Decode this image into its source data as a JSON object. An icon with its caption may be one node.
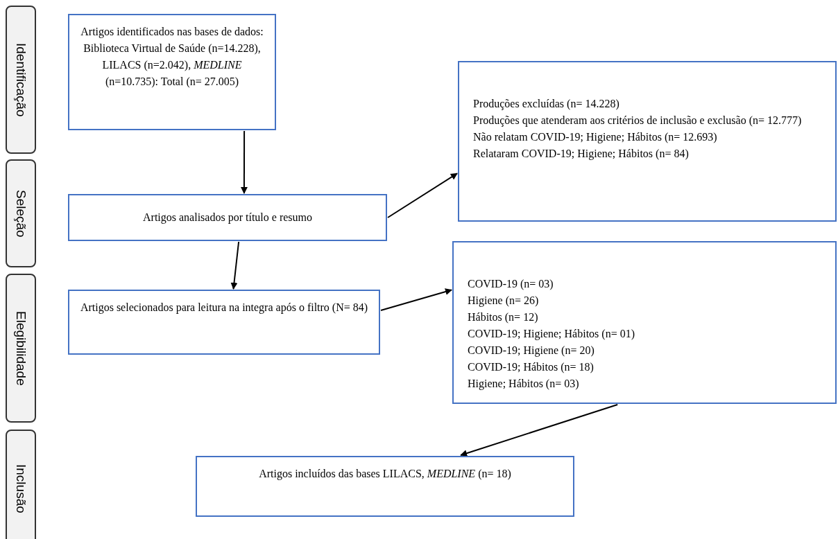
{
  "diagram": {
    "nodes": [
      {
        "text": [
          "Identificação"
        ]
      },
      {
        "text": [
          "Seleção"
        ]
      },
      {
        "text": [
          "Elegibilidade"
        ]
      },
      {
        "text": [
          "Inclusão"
        ]
      },
      {
        "text": [
          "Artigos identificados nas bases de dados: Biblioteca Virtual de Saúde (n=14.228), LILACS (n=2.042), *MEDLINE* (n=10.735): Total (n= 27.005)"
        ]
      },
      {
        "text": [
          "Artigos analisados por título e resumo"
        ]
      },
      {
        "text": [
          "Produções excluídas (n= 14.228)",
          "Produções que atenderam aos critérios de inclusão e exclusão (n= 12.777)",
          "Não relatam COVID-19; Higiene; Hábitos (n= 12.693)",
          "Relataram COVID-19; Higiene; Hábitos (n= 84)"
        ]
      },
      {
        "text": [
          "Artigos selecionados para leitura na integra após o filtro (N= 84)"
        ]
      },
      {
        "text": [
          "COVID-19 (n= 03)",
          "Higiene (n= 26)",
          "Hábitos (n= 12)",
          "COVID-19; Higiene; Hábitos (n= 01)",
          "COVID-19; Higiene (n= 20)",
          "COVID-19; Hábitos (n= 18)",
          "Higiene; Hábitos (n= 03)"
        ]
      },
      {
        "text": [
          "Artigos incluídos das bases LILACS, *MEDLINE* (n= 18)"
        ]
      }
    ],
    "edges": [
      {
        "from": 4,
        "to": 5,
        "arrow": "to"
      },
      {
        "from": 5,
        "to": 6,
        "arrow": "to"
      },
      {
        "from": 5,
        "to": 7,
        "arrow": "to"
      },
      {
        "from": 7,
        "to": 8,
        "arrow": "to"
      },
      {
        "from": 8,
        "to": 9,
        "arrow": "to"
      }
    ]
  }
}
